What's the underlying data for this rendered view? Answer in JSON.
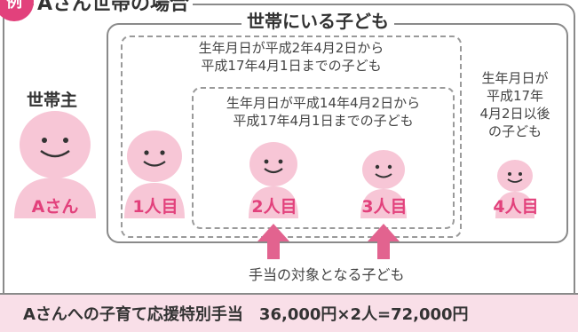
{
  "header": {
    "tag": "例",
    "title": "Aさん世帯の場合"
  },
  "children_group": {
    "title": "世帯にいる子ども"
  },
  "householder": {
    "role": "世帯主",
    "name": "Aさん"
  },
  "condition_outer": {
    "line1": "生年月日が平成2年4月2日から",
    "line2": "平成17年4月1日までの子ども"
  },
  "condition_inner": {
    "line1": "生年月日が平成14年4月2日から",
    "line2": "平成17年4月1日までの子ども"
  },
  "condition_fourth": {
    "line1": "生年月日が",
    "line2": "平成17年",
    "line3": "4月2日以後",
    "line4": "の子ども"
  },
  "children": [
    {
      "label": "1人目"
    },
    {
      "label": "2人目"
    },
    {
      "label": "3人目"
    },
    {
      "label": "4人目"
    }
  ],
  "target_label": "手当の対象となる子ども",
  "footer": {
    "text": "Aさんへの子育て応援特別手当　36,000円×2人=72,000円"
  },
  "colors": {
    "accent": "#e2417c",
    "figure": "#f7c6d6",
    "footer_bg": "#f9dfe8",
    "arrow": "#e2638f"
  }
}
